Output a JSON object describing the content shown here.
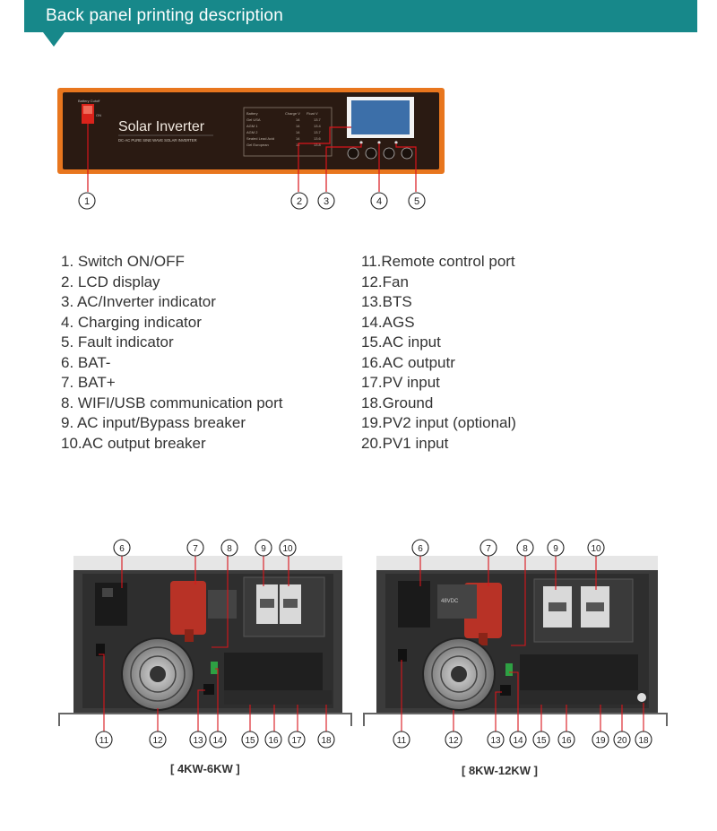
{
  "header": {
    "title": "Back panel printing description"
  },
  "front_panel": {
    "brand": "Solar Inverter",
    "subtitle": "DC-AC PURE SINE WAVE SOLAR INVERTER",
    "callouts": [
      "1",
      "2",
      "3",
      "4",
      "5"
    ]
  },
  "legend": {
    "left": [
      "1.  Switch ON/OFF",
      "2.  LCD display",
      "3.  AC/Inverter indicator",
      "4.  Charging indicator",
      "5.  Fault indicator",
      "6.  BAT-",
      "7.  BAT+",
      "8.  WIFI/USB communication port",
      "9.  AC input/Bypass breaker",
      "10.AC output breaker"
    ],
    "right": [
      "11.Remote control port",
      "12.Fan",
      "13.BTS",
      "14.AGS",
      "15.AC input",
      "16.AC outputr",
      "17.PV input",
      "18.Ground",
      "19.PV2 input (optional)",
      "20.PV1 input"
    ]
  },
  "back_panels": [
    {
      "caption": "[ 4KW-6KW ]",
      "top_callouts": [
        "6",
        "7",
        "8",
        "9",
        "10"
      ],
      "bottom_callouts": [
        "11",
        "12",
        "13",
        "14",
        "15",
        "16",
        "17",
        "18"
      ]
    },
    {
      "caption": "[ 8KW-12KW ]",
      "battery_label": "48VDC",
      "top_callouts": [
        "6",
        "7",
        "8",
        "9",
        "10"
      ],
      "bottom_callouts": [
        "11",
        "12",
        "13",
        "14",
        "15",
        "16",
        "19",
        "20",
        "18"
      ]
    }
  ],
  "colors": {
    "banner": "#17888a",
    "panel_orange": "#e8761e",
    "panel_dark": "#2a1a12",
    "callout_red": "#d9141b",
    "terminal_red": "#b83226"
  }
}
